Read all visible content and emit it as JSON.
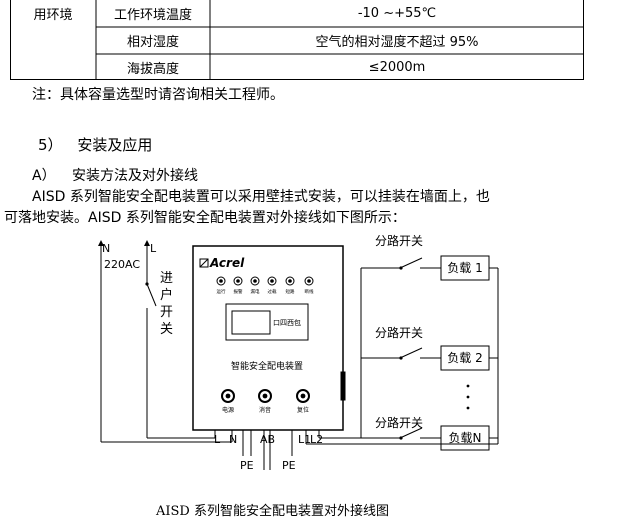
{
  "table": {
    "group_label": "用环境",
    "rows": [
      {
        "label": "工作环境温度",
        "value": "-10 ~+55℃"
      },
      {
        "label": "相对湿度",
        "value": "空气的相对湿度不超过 95%"
      },
      {
        "label": "海拔高度",
        "value": "≤2000m"
      }
    ]
  },
  "note": "注：具体容量选型时请咨询相关工程师。",
  "section": {
    "number": "5）",
    "title": "安装及应用"
  },
  "subsection": {
    "letter": "A）",
    "title": "安装方法及对外接线"
  },
  "paragraph": {
    "line1": "AISD 系列智能安全配电装置可以采用壁挂式安装，可以挂装在墙面上，也",
    "line2": "可落地安装。AISD 系列智能安全配电装置对外接线如下图所示："
  },
  "diagram": {
    "n_label": "N",
    "l_label": "L",
    "voltage": "220AC",
    "main_switch": [
      "进",
      "户",
      "开",
      "关"
    ],
    "brand": "Acrel",
    "device_name": "智能安全配电装置",
    "indicators": [
      "运行",
      "报警",
      "漏电",
      "过载",
      "短路",
      "断线"
    ],
    "display_text": "口四西包",
    "buttons": [
      "电源",
      "消音",
      "复位"
    ],
    "terminals": {
      "l": "L",
      "n": "N",
      "ab": "AB",
      "l1": "L1",
      "l2": "L2"
    },
    "pe_labels": [
      "PE",
      "PE"
    ],
    "branch_switch": "分路开关",
    "loads": [
      "负载 1",
      "负载 2",
      "负载N"
    ],
    "caption": "AISD 系列智能安全配电装置对外接线图"
  }
}
